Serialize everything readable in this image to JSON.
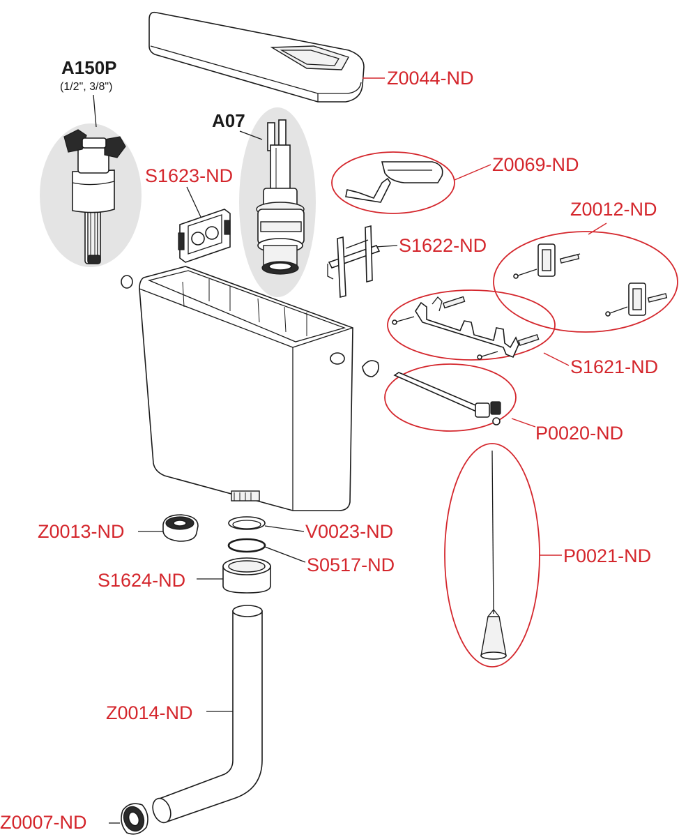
{
  "title_parts": {
    "valve_code": "A150P",
    "valve_sizes": "(1/2\", 3/8\")",
    "flush_code": "A07"
  },
  "labels": {
    "z0044": "Z0044-ND",
    "z0069": "Z0069-ND",
    "s1623": "S1623-ND",
    "z0012": "Z0012-ND",
    "s1622": "S1622-ND",
    "s1621": "S1621-ND",
    "p0020": "P0020-ND",
    "p0021": "P0021-ND",
    "z0013": "Z0013-ND",
    "v0023": "V0023-ND",
    "s0517": "S0517-ND",
    "s1624": "S1624-ND",
    "z0014": "Z0014-ND",
    "z0007": "Z0007-ND"
  },
  "colors": {
    "label_red": "#d4262c",
    "outline": "#1a1a1a",
    "highlight_grey": "#e4e4e4"
  }
}
